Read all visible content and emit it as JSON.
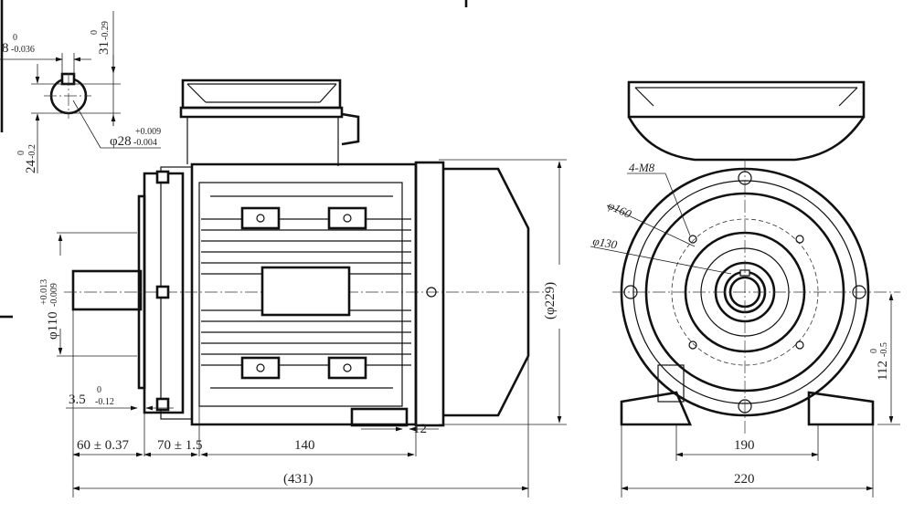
{
  "drawing": {
    "key_width": {
      "nominal": "8",
      "upper": "0",
      "lower": "-0.036"
    },
    "key_height": {
      "nominal": "31",
      "upper": "0",
      "lower": "-0.29"
    },
    "keyway_depth": {
      "nominal": "24",
      "upper": "0",
      "lower": "-0.2"
    },
    "shaft_diameter": {
      "nominal": "φ28",
      "upper": "+0.009",
      "lower": "-0.004"
    },
    "spigot_diameter": {
      "nominal": "φ110",
      "upper": "+0.013",
      "lower": "-0.009"
    },
    "spigot_depth": {
      "nominal": "3.5",
      "upper": "0",
      "lower": "-0.12"
    },
    "shaft_length": "60 ± 0.37",
    "foot_offset": "70 ± 1.5",
    "foot_spacing_side": "140",
    "foot_hole": "12",
    "overall_length": "(431)",
    "overall_height": "(φ229)",
    "flange_holes": "4-M8",
    "pcd": "φ160",
    "spigot_end": "φ130",
    "shaft_height": {
      "nominal": "112",
      "upper": "0",
      "lower": "-0.5"
    },
    "foot_spacing_end": "190",
    "foot_width": "220"
  }
}
